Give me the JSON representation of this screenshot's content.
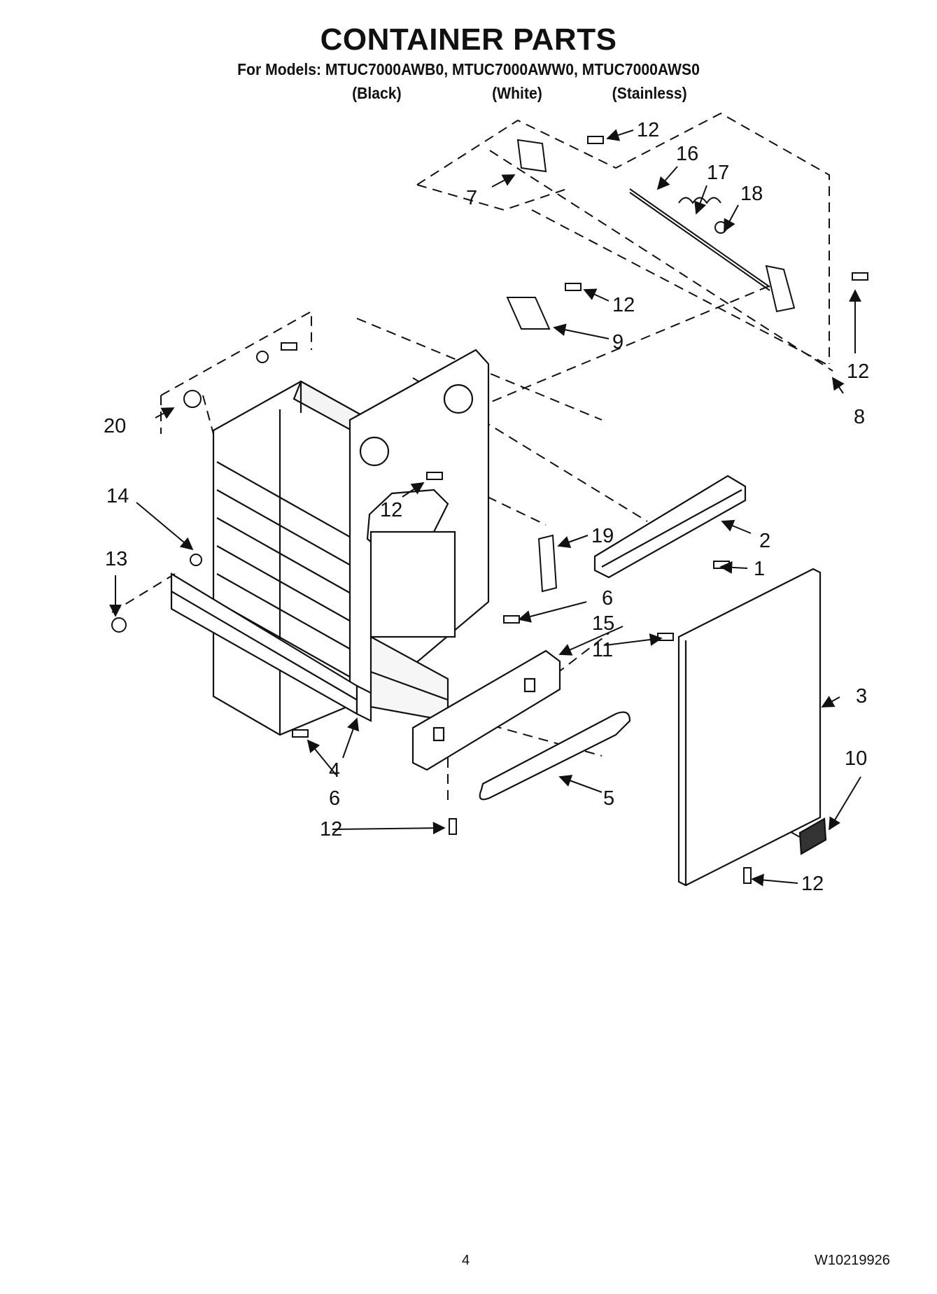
{
  "header": {
    "title": "CONTAINER PARTS",
    "models": "For Models: MTUC7000AWB0, MTUC7000AWW0, MTUC7000AWS0",
    "variants": [
      "(Black)",
      "(White)",
      "(Stainless)"
    ]
  },
  "callouts": {
    "c1": "1",
    "c2": "2",
    "c3": "3",
    "c4": "4",
    "c5": "5",
    "c6a": "6",
    "c6b": "6",
    "c7": "7",
    "c8": "8",
    "c9": "9",
    "c10": "10",
    "c11": "11",
    "c12a": "12",
    "c12b": "12",
    "c12c": "12",
    "c12d": "12",
    "c12e": "12",
    "c12f": "12",
    "c13": "13",
    "c14": "14",
    "c15": "15",
    "c16": "16",
    "c17": "17",
    "c18": "18",
    "c19": "19",
    "c20": "20"
  },
  "footer": {
    "page_number": "4",
    "doc_number": "W10219926"
  }
}
